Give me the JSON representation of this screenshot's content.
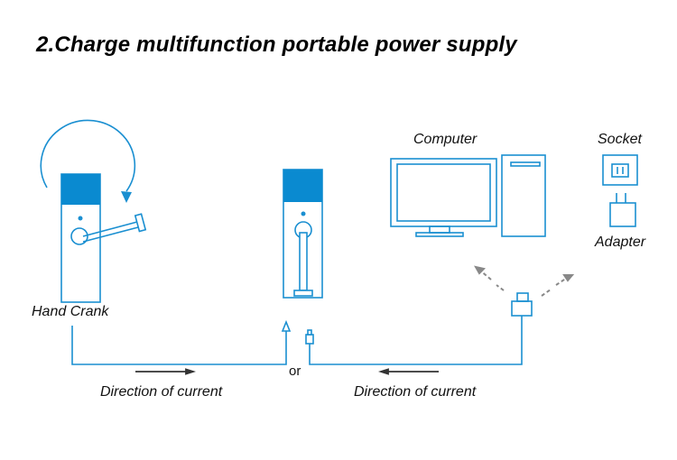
{
  "title": "2.Charge multifunction portable power supply",
  "labels": {
    "hand_crank": "Hand Crank",
    "computer": "Computer",
    "socket": "Socket",
    "adapter": "Adapter",
    "or": "or",
    "direction_left": "Direction of current",
    "direction_right": "Direction of current"
  },
  "colors": {
    "accent": "#1a8fd1",
    "cap": "#0a8ad0",
    "arrow": "#333333",
    "grey_arrow": "#888888"
  }
}
